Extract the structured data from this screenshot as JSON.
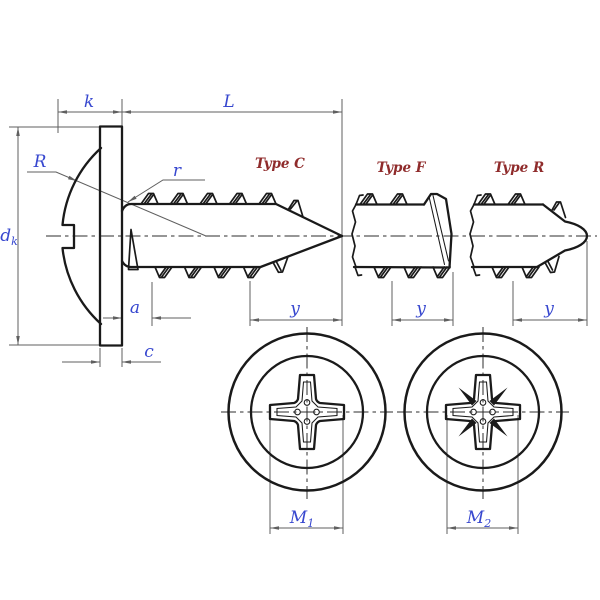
{
  "colors": {
    "bg": "#ffffff",
    "line": "#1a1a1a",
    "thin": "#5f5f5f",
    "center": "#2e2e2e",
    "dim": "#3747cf",
    "type": "#8f2b2b"
  },
  "labels": {
    "k": "k",
    "l": "L",
    "radius_head": "R",
    "radius_fillet": "r",
    "dk_main": "d",
    "dk_sub": "k",
    "a": "a",
    "c": "c",
    "y_type_c": "y",
    "y_type_f": "y",
    "y_type_r": "y",
    "m1_main": "M",
    "m1_sub": "1",
    "m2_main": "M",
    "m2_sub": "2"
  },
  "type_labels": {
    "type_c": "Type C",
    "type_f": "Type F",
    "type_r": "Type R"
  }
}
